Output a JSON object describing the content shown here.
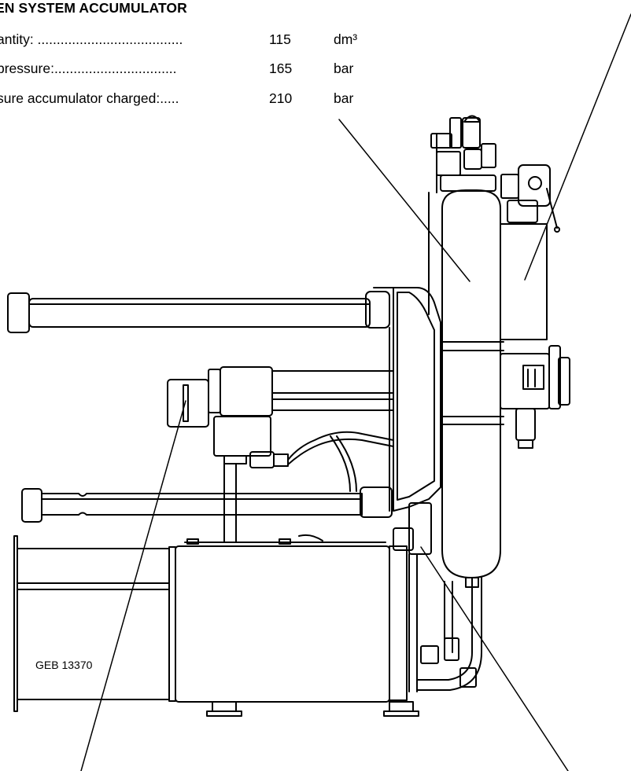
{
  "heading": "EN SYSTEM ACCUMULATOR",
  "specs": [
    {
      "label": "antity: ......................................",
      "value": "115",
      "unit": "dm³"
    },
    {
      "label": "pressure:................................",
      "value": "165",
      "unit": "bar"
    },
    {
      "label": "sure accumulator charged:.....",
      "value": "210",
      "unit": "bar"
    }
  ],
  "drawing_code": "GEB 13370",
  "colors": {
    "ink": "#000000",
    "paper": "#ffffff"
  }
}
